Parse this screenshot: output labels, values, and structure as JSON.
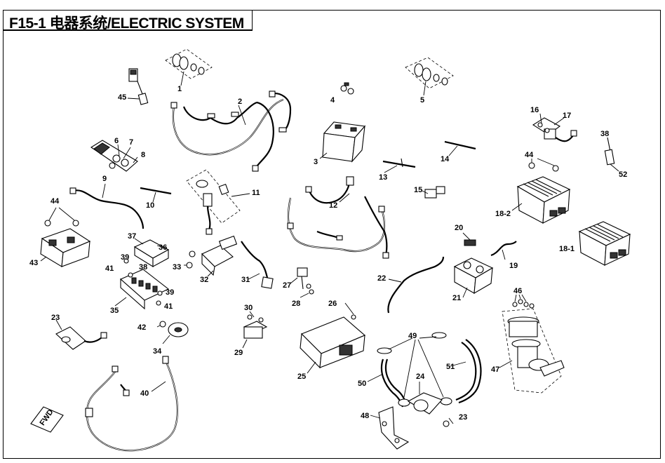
{
  "title": "F15-1  电器系统/ELECTRIC SYSTEM",
  "fwd_mark": "FWD",
  "callouts": {
    "c1": "1",
    "c2": "2",
    "c3": "3",
    "c4": "4",
    "c5": "5",
    "c6": "6",
    "c7": "7",
    "c8": "8",
    "c9": "9",
    "c10": "10",
    "c11": "11",
    "c12": "12",
    "c13": "13",
    "c14": "14",
    "c15": "15",
    "c16": "16",
    "c17": "17",
    "c18_1": "18-1",
    "c18_2": "18-2",
    "c19": "19",
    "c20": "20",
    "c21": "21",
    "c22": "22",
    "c23a": "23",
    "c23b": "23",
    "c24": "24",
    "c25": "25",
    "c26": "26",
    "c27": "27",
    "c28": "28",
    "c29": "29",
    "c30": "30",
    "c31": "31",
    "c32": "32",
    "c33": "33",
    "c34": "34",
    "c35": "35",
    "c36": "36",
    "c37": "37",
    "c38a": "38",
    "c38b": "38",
    "c39a": "39",
    "c39b": "39",
    "c40": "40",
    "c41a": "41",
    "c41b": "41",
    "c42": "42",
    "c43": "43",
    "c44a": "44",
    "c44b": "44",
    "c45": "45",
    "c46": "46",
    "c47": "47",
    "c48": "48",
    "c49": "49",
    "c50": "50",
    "c51": "51",
    "c52": "52"
  }
}
